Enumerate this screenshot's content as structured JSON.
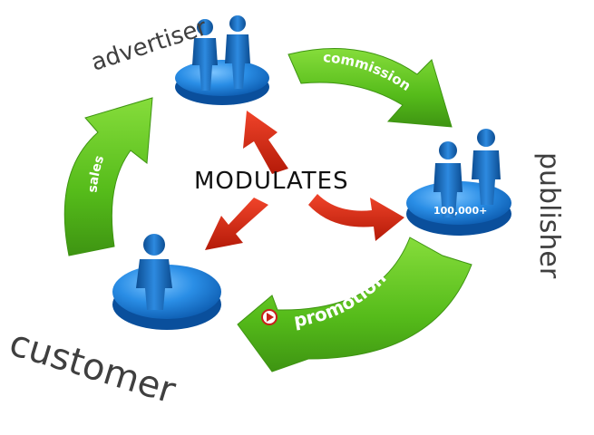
{
  "center_label": "MODULATES",
  "roles": {
    "advertiser": "advertiser",
    "publisher": "publisher",
    "customer": "customer"
  },
  "flows": {
    "commission": "commission",
    "promotion": "promotion",
    "sales": "sales"
  },
  "publisher_count": "100,000+",
  "colors": {
    "green_arrow": "#5cc41e",
    "red_arrow": "#d42a12",
    "blue_figure": "#1f7fd1",
    "platform": "#2a8ee6",
    "text_dark": "#3f3f3f"
  },
  "icons": [
    "advertiser-figures-icon",
    "publisher-figures-icon",
    "customer-figure-icon",
    "play-icon"
  ]
}
